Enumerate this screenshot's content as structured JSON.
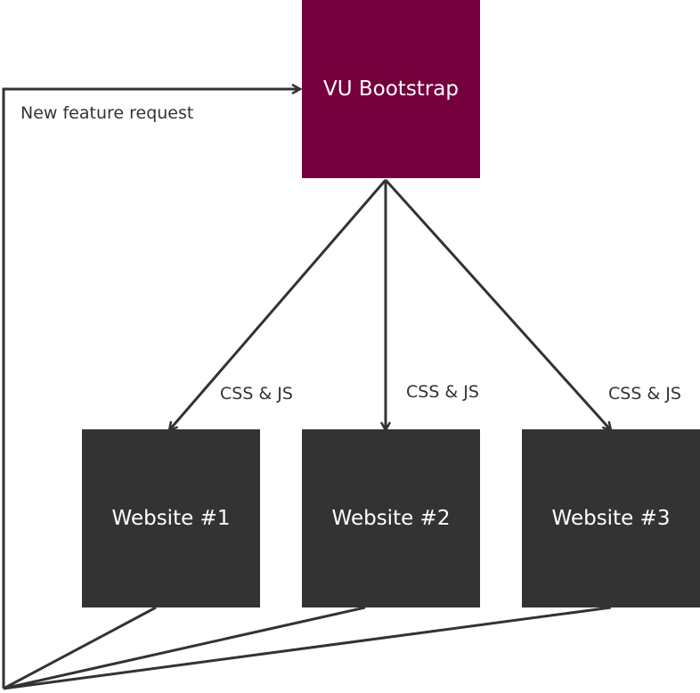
{
  "colors": {
    "bootstrap_fill": "#76003d",
    "website_fill": "#333333",
    "line": "#333333",
    "box_text": "#ffffff",
    "label_text": "#333333"
  },
  "nodes": {
    "bootstrap": "VU Bootstrap",
    "websites": [
      "Website #1",
      "Website #2",
      "Website #3"
    ]
  },
  "edges": {
    "css_js_labels": [
      "CSS & JS",
      "CSS & JS",
      "CSS & JS"
    ],
    "feedback_label": "New feature request"
  }
}
